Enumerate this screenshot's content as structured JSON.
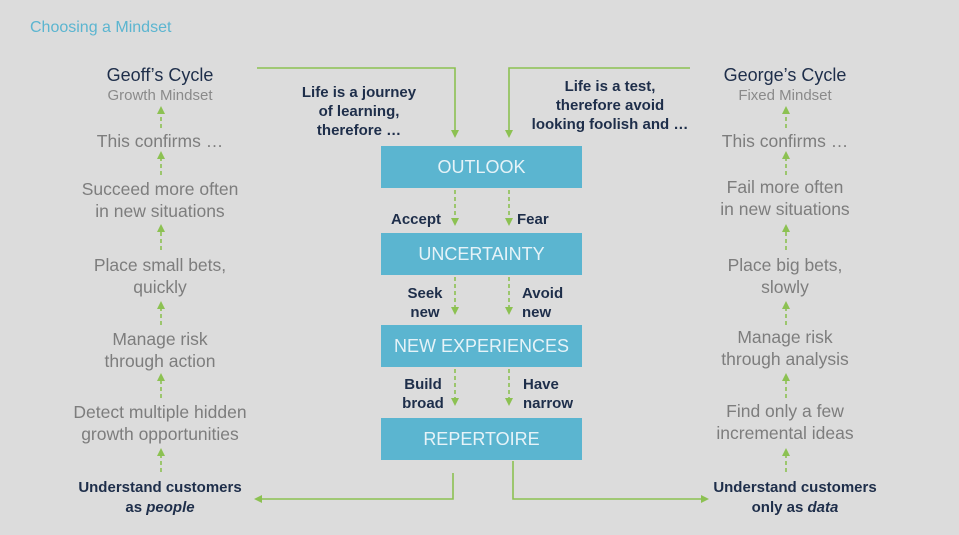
{
  "title": "Choosing a Mindset",
  "left": {
    "cycle_title": "Geoff’s Cycle",
    "cycle_sub": "Growth Mindset",
    "steps": [
      "This confirms …",
      "Succeed more often\nin new situations",
      "Place small bets,\nquickly",
      "Manage risk\nthrough action",
      "Detect multiple hidden\ngrowth opportunities"
    ],
    "end_pre": "Understand customers\nas ",
    "end_em": "people",
    "premise": "Life is a journey\nof learning,\ntherefore …"
  },
  "right": {
    "cycle_title": "George’s Cycle",
    "cycle_sub": "Fixed Mindset",
    "steps": [
      "This confirms …",
      "Fail more often\nin new situations",
      "Place big bets,\nslowly",
      "Manage risk\nthrough analysis",
      "Find only a few\nincremental ideas"
    ],
    "end_pre": "Understand customers\nonly as ",
    "end_em": "data",
    "premise": "Life is a test,\ntherefore avoid\nlooking foolish and …"
  },
  "center": {
    "boxes": [
      "OUTLOOK",
      "UNCERTAINTY",
      "NEW EXPERIENCES",
      "REPERTOIRE"
    ],
    "left_labels": [
      "Accept",
      "Seek\nnew",
      "Build\nbroad"
    ],
    "right_labels": [
      "Fear",
      "Avoid\nnew",
      "Have\nnarrow"
    ]
  },
  "colors": {
    "accent": "#5bb5d0",
    "arrow": "#8cc152",
    "dark_text": "#1e2e4a",
    "grey_text": "#7d7d7d",
    "background": "#dcdcdc"
  }
}
